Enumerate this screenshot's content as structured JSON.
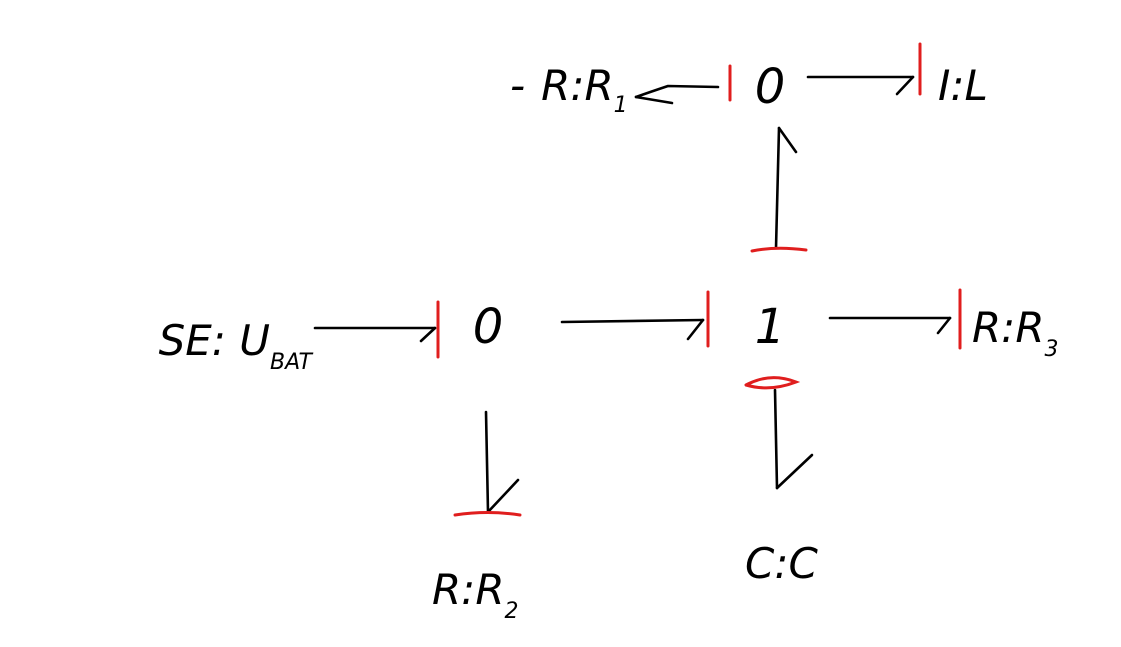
{
  "diagram": {
    "colors": {
      "ink": "#000000",
      "causal_stroke": "#e01e1e"
    },
    "nodes": {
      "junction_0_left": "0",
      "junction_0_top": "0",
      "junction_1_center": "1"
    },
    "elements": {
      "source": {
        "main": "SE: U",
        "subscript": "BAT"
      },
      "r1": {
        "prefix": "-",
        "main": "R:R",
        "subscript": "1"
      },
      "inductor": "I:L",
      "r3": {
        "main": "R:R",
        "subscript": "3"
      },
      "r2": {
        "main": "R:R",
        "subscript": "2"
      },
      "capacitor": "C:C"
    }
  }
}
